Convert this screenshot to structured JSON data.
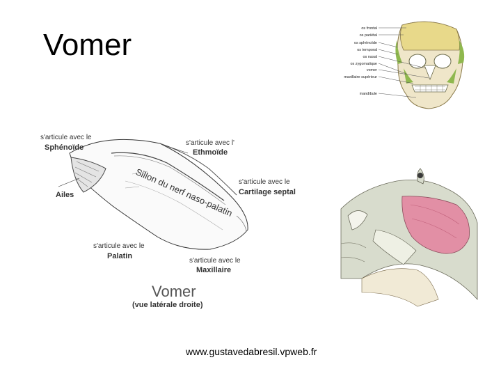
{
  "slide": {
    "title": "Vomer",
    "footer": "www.gustavedabresil.vpweb.fr"
  },
  "skull_figure": {
    "labels": [
      "os frontal",
      "os pariétal",
      "os sphénoïde",
      "os temporal",
      "os nasal",
      "os zygomatique",
      "vomer",
      "maxillaire supérieur",
      "mandibule"
    ]
  },
  "vomer_figure": {
    "sphenoide_pre": "s'articule avec le",
    "sphenoide_name": "Sphénoïde",
    "ethmoide_pre": "s'articule avec l'",
    "ethmoide_name": "Ethmoïde",
    "ailes": "Ailes",
    "sillon": "Sillon du nerf naso-palatin",
    "cartilage_pre": "s'articule avec le",
    "cartilage_name": "Cartilage septal",
    "palatin_pre": "s'articule avec le",
    "palatin_name": "Palatin",
    "maxillaire_pre": "s'articule avec le",
    "maxillaire_name": "Maxillaire",
    "caption_title": "Vomer",
    "caption_sub": "(vue latérale droite)"
  },
  "colors": {
    "skull_yellow": "#e8d98a",
    "skull_green": "#8fb84e",
    "skull_bone": "#efe6c9",
    "nasal_pink": "#e28fa5",
    "bone_grey": "#d8dccd"
  }
}
